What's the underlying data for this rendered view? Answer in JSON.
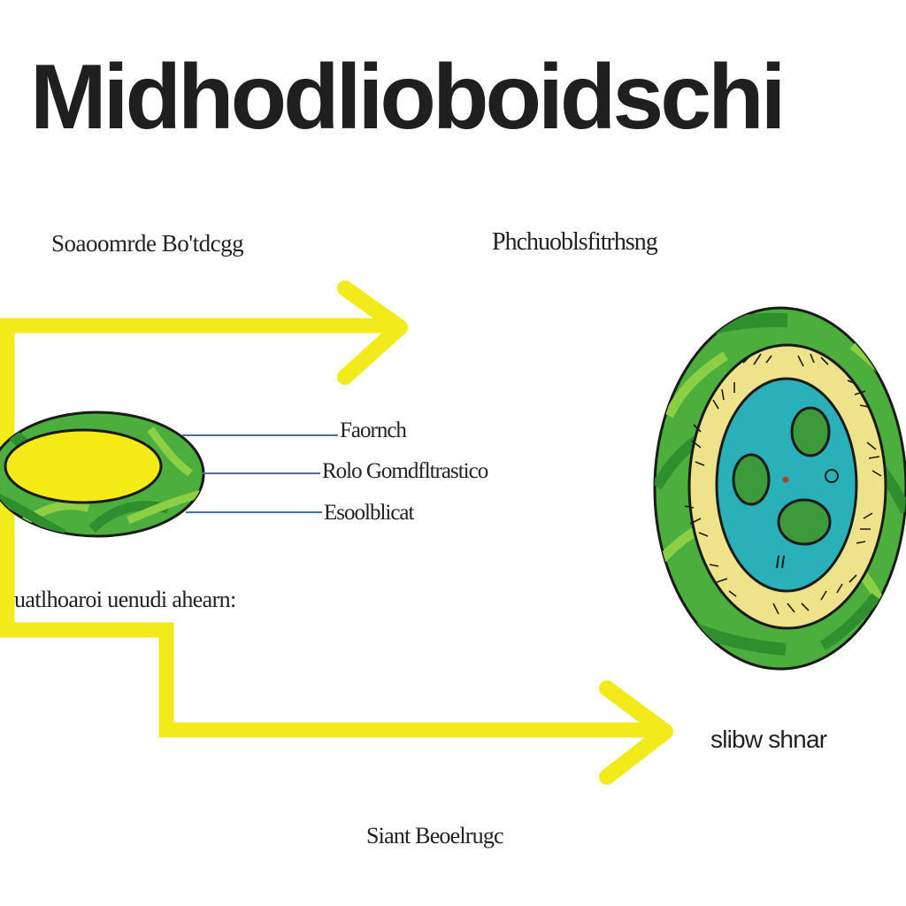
{
  "title": "Midhodlioboidschi",
  "labels": {
    "left_heading": "Soaoomrde Bo'tdcgg",
    "right_heading": "Phchuoblsfitrhsng",
    "callout_1": "Faornch",
    "callout_2": "Rolo Gomdfltrastico",
    "callout_3": "Esoolblicat",
    "left_caption": "uatlhoaroi uenudi ahearn:",
    "arrow_caption": "slibw shnar",
    "bottom_caption": "Siant Beoelrugc"
  },
  "colors": {
    "arrow_yellow": "#f2ea1b",
    "cell_green": "#4cae3c",
    "stripe_green": "#2f8f2e",
    "light_green": "#8ccf45",
    "yellow_fill": "#f3ea16",
    "membrane_yellow": "#eee38a",
    "nucleus_cyan": "#2ab0b9",
    "organelle_green": "#3c9a3b",
    "leader_blue": "#4c6d9e",
    "outline": "#1a1a1a"
  }
}
